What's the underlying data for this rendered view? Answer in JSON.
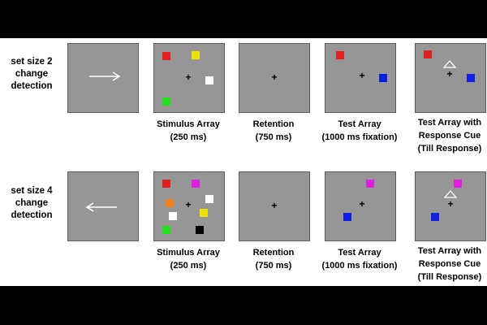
{
  "rows": [
    {
      "label": [
        "set size 2",
        "change",
        "detection"
      ],
      "cue_direction": "right",
      "stimulus_colors": [
        "#e02020",
        "#f0e000",
        "#ffffff",
        "#20e020"
      ],
      "test_colors": [
        "#e02020",
        "#1020e0"
      ],
      "captions": {
        "stimulus": [
          "Stimulus Array",
          "(250 ms)"
        ],
        "retention": [
          "Retention",
          "(750 ms)"
        ],
        "test": [
          "Test Array",
          "(1000 ms fixation)"
        ],
        "response": [
          "Test Array with",
          "Response Cue",
          "(Till Response)"
        ]
      }
    },
    {
      "label": [
        "set size 4",
        "change",
        "detection"
      ],
      "cue_direction": "left",
      "stimulus_colors": [
        "#e02020",
        "#e020e0",
        "#f08020",
        "#ffffff",
        "#ffffff",
        "#f0e000",
        "#20e020",
        "#000000"
      ],
      "test_colors": [
        "#e020e0",
        "#1020e0"
      ],
      "captions": {
        "stimulus": [
          "Stimulus Array",
          "(250 ms)"
        ],
        "retention": [
          "Retention",
          "(750 ms)"
        ],
        "test": [
          "Test Array",
          "(1000 ms fixation)"
        ],
        "response": [
          "Test Array with",
          "Response Cue",
          "(Till Response)"
        ]
      }
    }
  ],
  "fixation_symbol": "+",
  "colors": {
    "panel": "#969696",
    "background": "#ffffff",
    "frame": "#000000"
  }
}
